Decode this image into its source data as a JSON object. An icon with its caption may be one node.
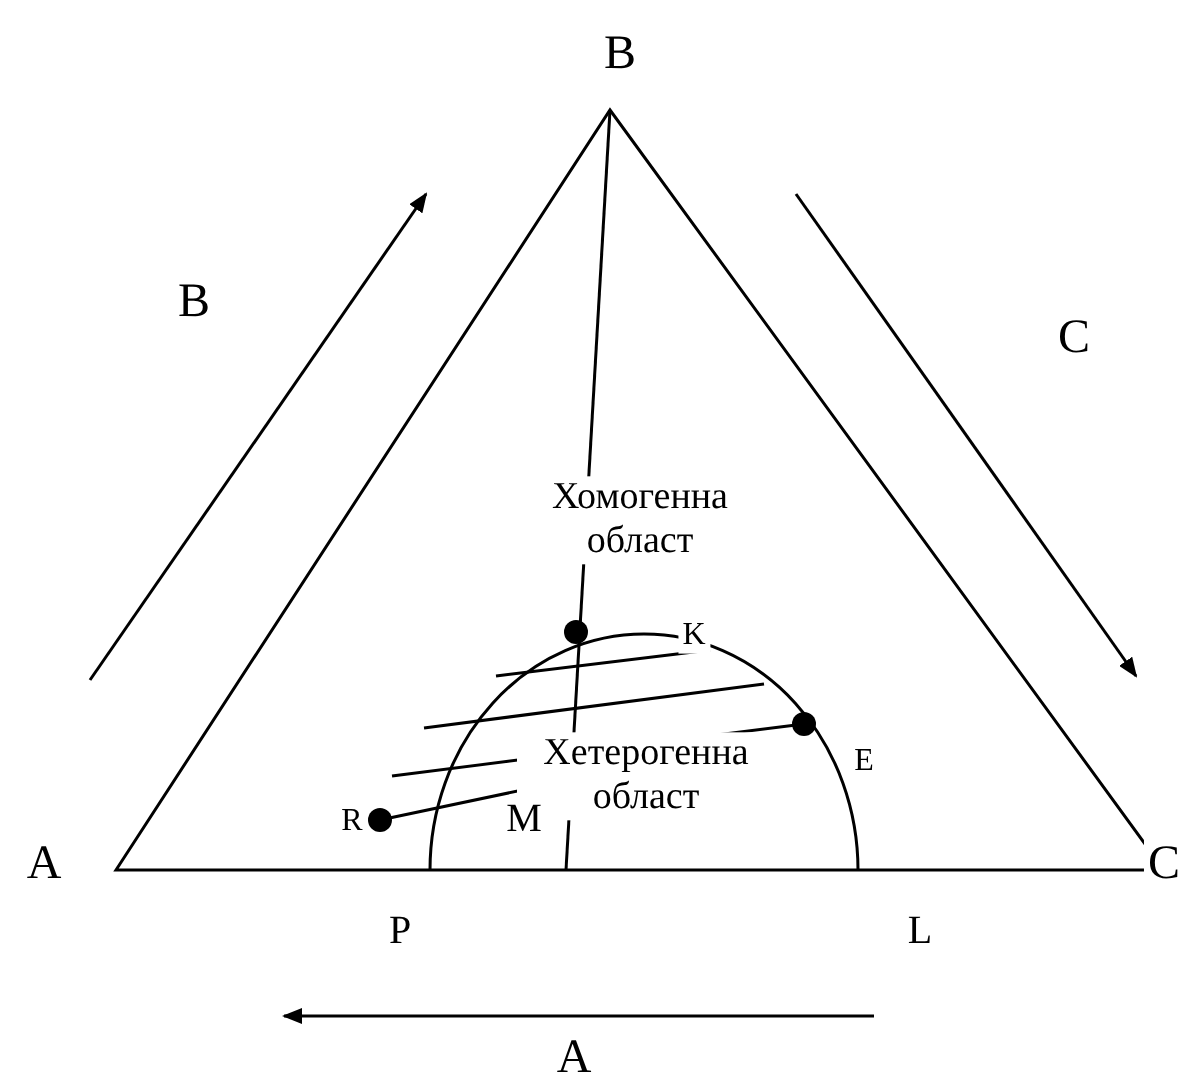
{
  "diagram": {
    "labels": [
      "B",
      "B",
      "C",
      "Хомогенна област",
      "K",
      "E",
      "Хетерогенна област",
      "R",
      "M",
      "A",
      "C",
      "P",
      "L",
      "A"
    ]
  }
}
